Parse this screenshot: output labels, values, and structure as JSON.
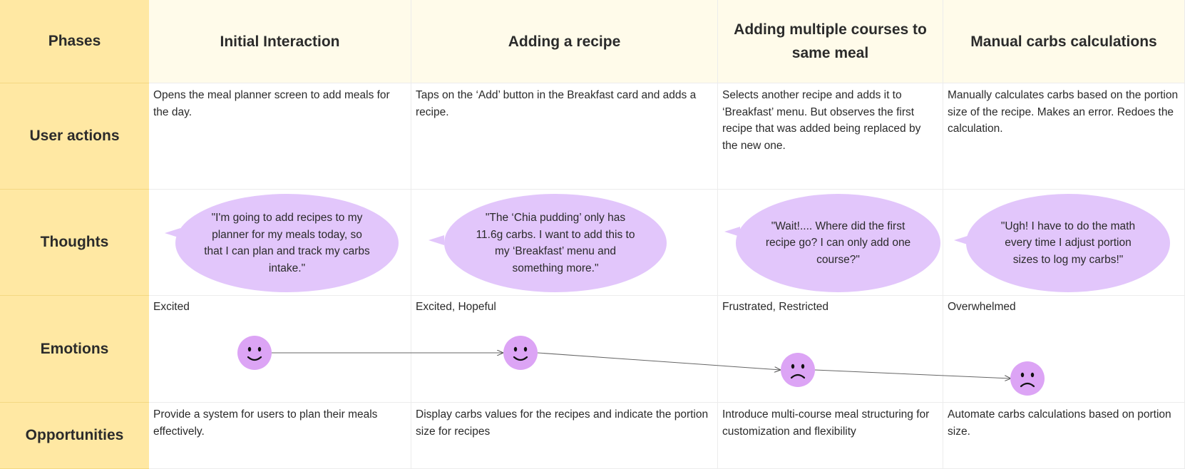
{
  "row_labels": {
    "phases": "Phases",
    "actions": "User actions",
    "thoughts": "Thoughts",
    "emotions": "Emotions",
    "opportunities": "Opportunities"
  },
  "phases": [
    {
      "title": "Initial Interaction",
      "action": "Opens the meal planner screen to add meals for the day.",
      "thought": "\"I'm going to add recipes to my planner for my meals today, so that I can plan and track my carbs intake.\"",
      "emotion": "Excited",
      "mood": "happy",
      "opportunity": "Provide a system for users to plan their meals effectively."
    },
    {
      "title": "Adding a recipe",
      "action": "Taps on the ‘Add’ button in the Breakfast card and adds a recipe.",
      "thought": "\"The ‘Chia pudding’ only has 11.6g carbs. I want to add this to my ‘Breakfast’ menu and something more.\"",
      "emotion": "Excited, Hopeful",
      "mood": "happy",
      "opportunity": "Display carbs values for the recipes and indicate the portion size for recipes"
    },
    {
      "title": "Adding multiple courses to same meal",
      "action": "Selects another recipe and adds it to ‘Breakfast’ menu. But observes the first recipe that was added being replaced by the new one.",
      "thought": "\"Wait!.... Where did the first recipe go? I can only add one course?\"",
      "emotion": "Frustrated, Restricted",
      "mood": "sad",
      "opportunity": "Introduce multi-course meal structuring for customization and flexibility"
    },
    {
      "title": "Manual carbs calculations",
      "action": "Manually calculates carbs based on the portion size of the recipe. Makes an error. Redoes the calculation.",
      "thought": "\"Ugh! I have to do the math every time I adjust portion sizes to log my carbs!\"",
      "emotion": "Overwhelmed",
      "mood": "sad",
      "opportunity": "Automate carbs calculations based on portion size."
    }
  ],
  "colors": {
    "label_column": "#ffe8a3",
    "header_row": "#fffbea",
    "bubble": "#e2c6fb",
    "face": "#dca4f5"
  },
  "icons": [
    "happy-face-icon",
    "sad-face-icon",
    "arrow-connector"
  ]
}
